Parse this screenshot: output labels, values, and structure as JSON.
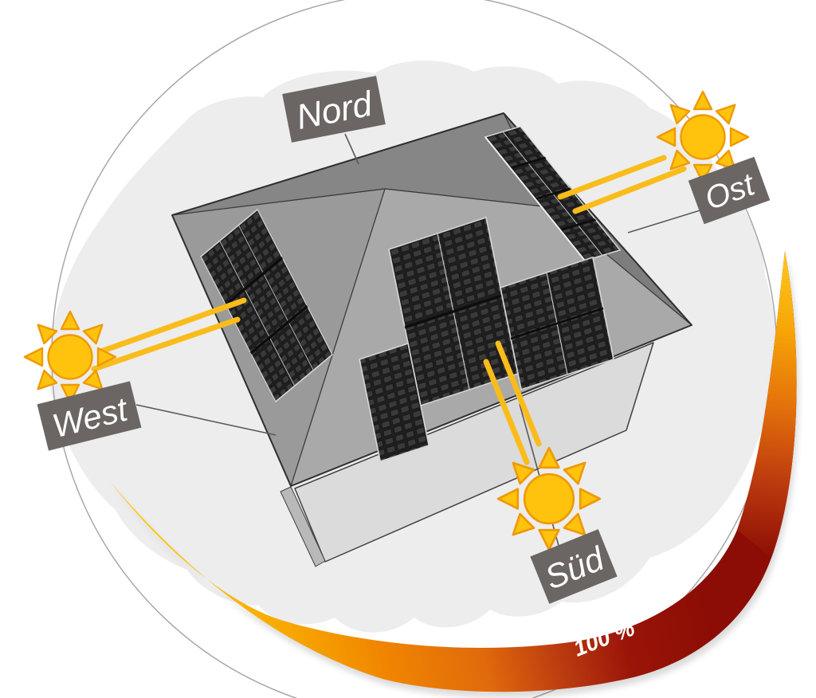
{
  "diagram": {
    "type": "solar-roof-orientation-diagram",
    "compass": {
      "north": "Nord",
      "east": "Ost",
      "south": "Süd",
      "west": "West"
    },
    "efficiency_label": "100 %",
    "icons": [
      "sun-icon-west",
      "sun-icon-east",
      "sun-icon-south",
      "solar-panel-array",
      "house-roof"
    ],
    "colors": {
      "sun_fill": "#FFC30E",
      "sun_stroke": "#EF9902",
      "beam": "#F9BC1B",
      "label_bg": "#6B6663",
      "label_text": "#FFFFFF",
      "badge_text": "#FFFFFF",
      "roof_north": "#868686",
      "roof_east": "#7D7D7D",
      "roof_south": "#A9A9A9",
      "roof_west": "#9A9A9A",
      "wall": "#DBDBDB",
      "panel_dark": "#1F1F1F",
      "cloud": "#EDEDEE",
      "outline_circle": "#A3A3A3",
      "arc_gradient": [
        "#FFCE30",
        "#FFC400",
        "#F8A800",
        "#F08400",
        "#E06A0C",
        "#BC3D10",
        "#9A1408",
        "#8C0D05"
      ]
    }
  }
}
